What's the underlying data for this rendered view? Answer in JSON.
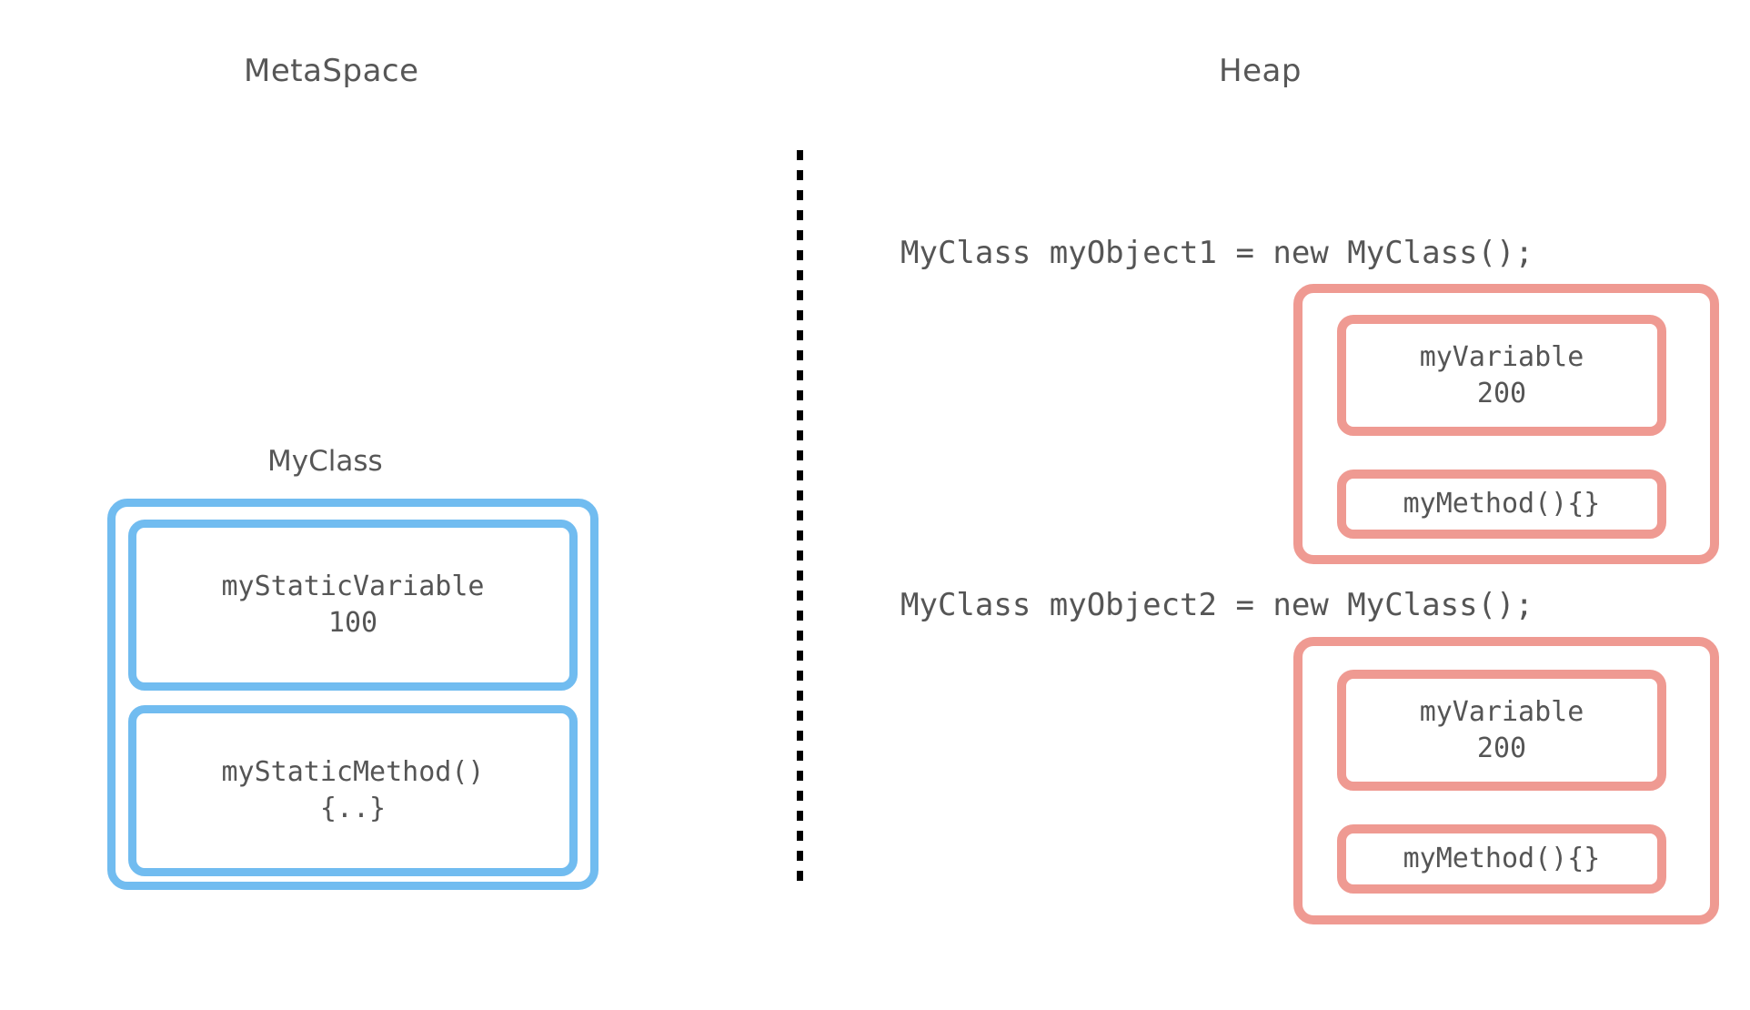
{
  "diagram": {
    "title_left": "MetaSpace",
    "title_right": "Heap",
    "colors": {
      "metaspace_border": "#71bcf0",
      "heap_border": "#ef9a92",
      "text": "#555555",
      "title_text": "#575757",
      "divider": "#000000",
      "background": "#ffffff"
    }
  },
  "metaspace": {
    "title": "MetaSpace",
    "class_label": "MyClass",
    "members": [
      {
        "name": "myStaticVariable",
        "value": "100"
      },
      {
        "name": "myStaticMethod()",
        "value": "{..}"
      }
    ]
  },
  "heap": {
    "title": "Heap",
    "objects": [
      {
        "code": "MyClass myObject1 = new MyClass();",
        "members": [
          {
            "name": "myVariable",
            "value": "200"
          },
          {
            "name": "myMethod(){}",
            "value": ""
          }
        ]
      },
      {
        "code": "MyClass myObject2 = new MyClass();",
        "members": [
          {
            "name": "myVariable",
            "value": "200"
          },
          {
            "name": "myMethod(){}",
            "value": ""
          }
        ]
      }
    ]
  }
}
